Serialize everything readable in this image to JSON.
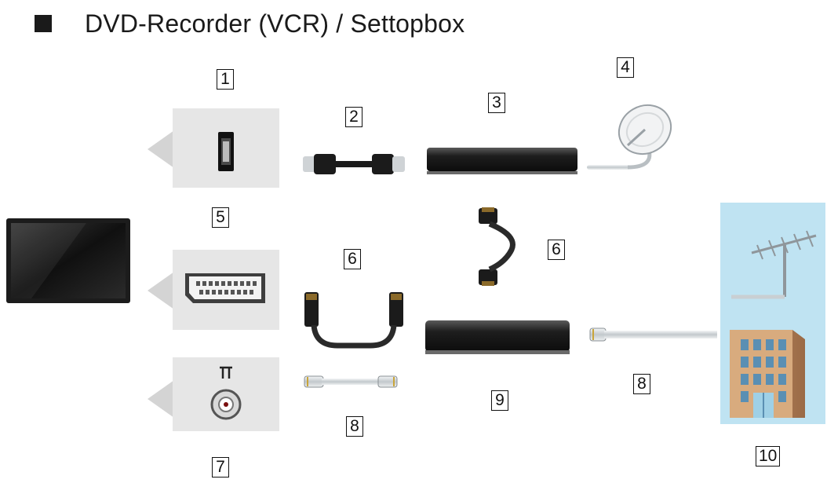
{
  "title": "DVD-Recorder (VCR) / Settopbox",
  "labels": {
    "n1": "1",
    "n2": "2",
    "n3": "3",
    "n4": "4",
    "n5": "5",
    "n6a": "6",
    "n6b": "6",
    "n7": "7",
    "n8a": "8",
    "n8b": "8",
    "n9": "9",
    "n10": "10"
  },
  "icons": {
    "tv": "tv-icon",
    "hdmi_port": "hdmi-port-icon",
    "hdmi_cable": "hdmi-cable-icon",
    "recorder_top": "set-top-box-icon",
    "satellite_dish": "satellite-dish-icon",
    "scart_port": "scart-port-icon",
    "scart_cable": "scart-cable-icon",
    "antenna_port": "antenna-port-icon",
    "rf_cable": "rf-cable-icon",
    "recorder_bottom": "dvd-recorder-icon",
    "aerial": "aerial-icon",
    "building": "building-icon"
  },
  "colors": {
    "panel_bg": "#e6e6e6",
    "panel_arrow": "#d4d4d4",
    "sky": "#bfe3f2",
    "device_dark": "#1e1e1e",
    "cable_silver": "#c9cfd3"
  }
}
